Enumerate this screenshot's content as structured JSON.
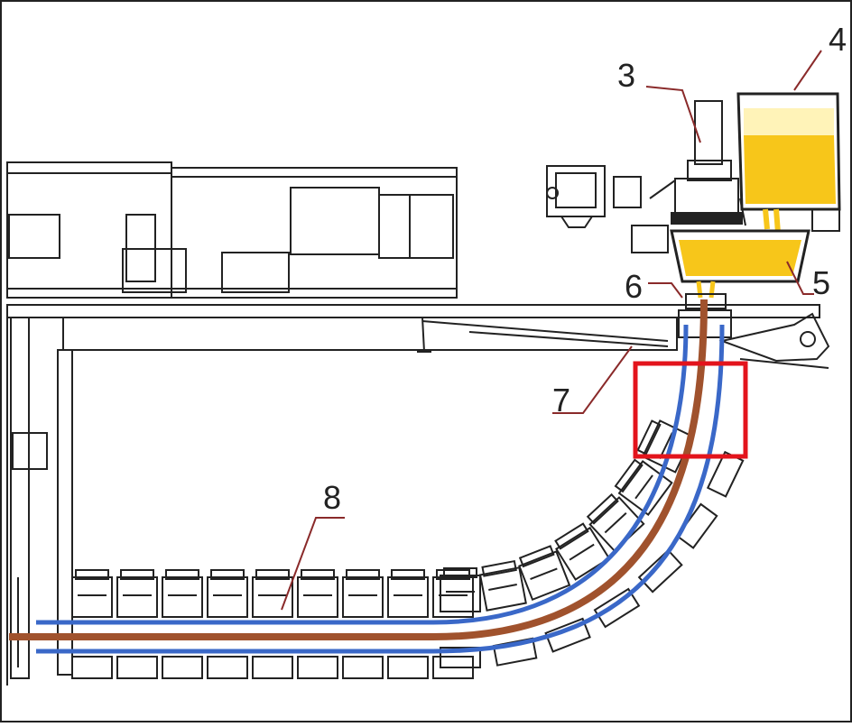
{
  "labels": {
    "n3": "3",
    "n4": "4",
    "n5": "5",
    "n6": "6",
    "n7": "7",
    "n8": "8"
  },
  "colors": {
    "steel": "#f7c61a",
    "steel_light": "#fff3b8",
    "strand": "#a0522d",
    "cooling": "#3a68c8",
    "highlight": "#e3141c",
    "outline": "#222222",
    "leader": "#8a2a2a"
  },
  "segment_count": 16
}
